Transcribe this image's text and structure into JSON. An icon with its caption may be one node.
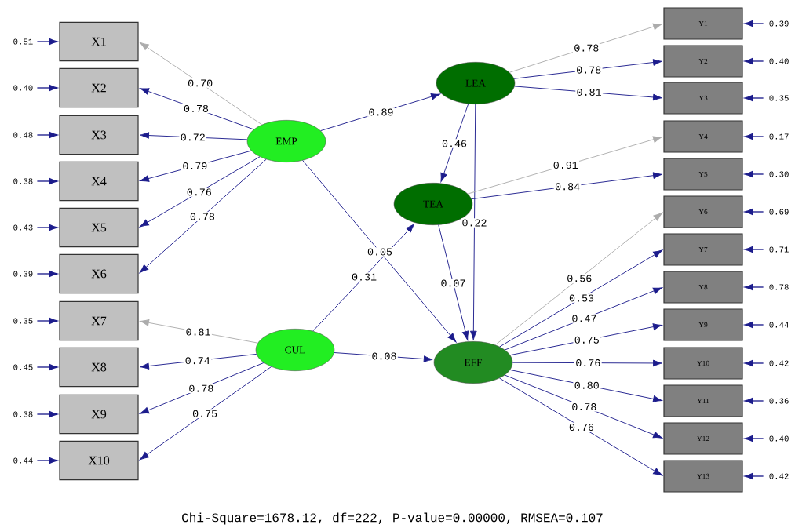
{
  "diagram": {
    "caption": "Chi-Square=1678.12, df=222, P-value=0.00000, RMSEA=0.107",
    "nodes": [
      {
        "text": [
          "X1"
        ]
      },
      {
        "text": [
          "X2"
        ]
      },
      {
        "text": [
          "X3"
        ]
      },
      {
        "text": [
          "X4"
        ]
      },
      {
        "text": [
          "X5"
        ]
      },
      {
        "text": [
          "X6"
        ]
      },
      {
        "text": [
          "X7"
        ]
      },
      {
        "text": [
          "X8"
        ]
      },
      {
        "text": [
          "X9"
        ]
      },
      {
        "text": [
          "X10"
        ]
      },
      {
        "text": [
          "EMP"
        ]
      },
      {
        "text": [
          "CUL"
        ]
      },
      {
        "text": [
          "LEA"
        ]
      },
      {
        "text": [
          "TEA"
        ]
      },
      {
        "text": [
          "EFF"
        ]
      },
      {
        "text": [
          "Y1"
        ]
      },
      {
        "text": [
          "Y2"
        ]
      },
      {
        "text": [
          "Y3"
        ]
      },
      {
        "text": [
          "Y4"
        ]
      },
      {
        "text": [
          "Y5"
        ]
      },
      {
        "text": [
          "Y6"
        ]
      },
      {
        "text": [
          "Y7"
        ]
      },
      {
        "text": [
          "Y8"
        ]
      },
      {
        "text": [
          "Y9"
        ]
      },
      {
        "text": [
          "Y10"
        ]
      },
      {
        "text": [
          "Y11"
        ]
      },
      {
        "text": [
          "Y12"
        ]
      },
      {
        "text": [
          "Y13"
        ]
      }
    ],
    "edges": [
      {
        "from": null,
        "to": 0,
        "arrow": "to",
        "label": "0.51"
      },
      {
        "from": null,
        "to": 1,
        "arrow": "to",
        "label": "0.40"
      },
      {
        "from": null,
        "to": 2,
        "arrow": "to",
        "label": "0.48"
      },
      {
        "from": null,
        "to": 3,
        "arrow": "to",
        "label": "0.38"
      },
      {
        "from": null,
        "to": 4,
        "arrow": "to",
        "label": "0.43"
      },
      {
        "from": null,
        "to": 5,
        "arrow": "to",
        "label": "0.39"
      },
      {
        "from": null,
        "to": 6,
        "arrow": "to",
        "label": "0.35"
      },
      {
        "from": null,
        "to": 7,
        "arrow": "to",
        "label": "0.45"
      },
      {
        "from": null,
        "to": 8,
        "arrow": "to",
        "label": "0.38"
      },
      {
        "from": null,
        "to": 9,
        "arrow": "to",
        "label": "0.44"
      },
      {
        "from": 10,
        "to": 0,
        "arrow": "to",
        "label": "0.70",
        "color": "#acacac"
      },
      {
        "from": 10,
        "to": 1,
        "arrow": "to",
        "label": "0.78"
      },
      {
        "from": 10,
        "to": 2,
        "arrow": "to",
        "label": "0.72"
      },
      {
        "from": 10,
        "to": 3,
        "arrow": "to",
        "label": "0.79"
      },
      {
        "from": 10,
        "to": 4,
        "arrow": "to",
        "label": "0.76"
      },
      {
        "from": 10,
        "to": 5,
        "arrow": "to",
        "label": "0.78"
      },
      {
        "from": 11,
        "to": 6,
        "arrow": "to",
        "label": "0.81",
        "color": "#acacac"
      },
      {
        "from": 11,
        "to": 7,
        "arrow": "to",
        "label": "0.74"
      },
      {
        "from": 11,
        "to": 8,
        "arrow": "to",
        "label": "0.78"
      },
      {
        "from": 11,
        "to": 9,
        "arrow": "to",
        "label": "0.75"
      },
      {
        "from": 10,
        "to": 12,
        "arrow": "to",
        "label": "0.89"
      },
      {
        "from": 10,
        "to": 14,
        "arrow": "to",
        "label": "0.05"
      },
      {
        "from": 11,
        "to": 13,
        "arrow": "to",
        "label": "0.31"
      },
      {
        "from": 11,
        "to": 14,
        "arrow": "to",
        "label": "0.08"
      },
      {
        "from": 12,
        "to": 13,
        "arrow": "to",
        "label": "0.46"
      },
      {
        "from": 12,
        "to": 14,
        "arrow": "to",
        "label": "0.22"
      },
      {
        "from": 13,
        "to": 14,
        "arrow": "to",
        "label": "0.07"
      },
      {
        "from": 12,
        "to": 15,
        "arrow": "to",
        "label": "0.78",
        "color": "#acacac"
      },
      {
        "from": 12,
        "to": 16,
        "arrow": "to",
        "label": "0.78"
      },
      {
        "from": 12,
        "to": 17,
        "arrow": "to",
        "label": "0.81"
      },
      {
        "from": 13,
        "to": 18,
        "arrow": "to",
        "label": "0.91",
        "color": "#acacac"
      },
      {
        "from": 13,
        "to": 19,
        "arrow": "to",
        "label": "0.84"
      },
      {
        "from": 14,
        "to": 20,
        "arrow": "to",
        "label": "0.56",
        "color": "#acacac"
      },
      {
        "from": 14,
        "to": 21,
        "arrow": "to",
        "label": "0.53"
      },
      {
        "from": 14,
        "to": 22,
        "arrow": "to",
        "label": "0.47"
      },
      {
        "from": 14,
        "to": 23,
        "arrow": "to",
        "label": "0.75"
      },
      {
        "from": 14,
        "to": 24,
        "arrow": "to",
        "label": "0.76"
      },
      {
        "from": 14,
        "to": 25,
        "arrow": "to",
        "label": "0.80"
      },
      {
        "from": 14,
        "to": 26,
        "arrow": "to",
        "label": "0.78"
      },
      {
        "from": 14,
        "to": 27,
        "arrow": "to",
        "label": "0.76"
      },
      {
        "from": null,
        "to": 15,
        "arrow": "to",
        "label": "0.39"
      },
      {
        "from": null,
        "to": 16,
        "arrow": "to",
        "label": "0.40"
      },
      {
        "from": null,
        "to": 17,
        "arrow": "to",
        "label": "0.35"
      },
      {
        "from": null,
        "to": 18,
        "arrow": "to",
        "label": "0.17"
      },
      {
        "from": null,
        "to": 19,
        "arrow": "to",
        "label": "0.30"
      },
      {
        "from": null,
        "to": 20,
        "arrow": "to",
        "label": "0.69"
      },
      {
        "from": null,
        "to": 21,
        "arrow": "to",
        "label": "0.71"
      },
      {
        "from": null,
        "to": 22,
        "arrow": "to",
        "label": "0.78"
      },
      {
        "from": null,
        "to": 23,
        "arrow": "to",
        "label": "0.44"
      },
      {
        "from": null,
        "to": 24,
        "arrow": "to",
        "label": "0.42"
      },
      {
        "from": null,
        "to": 25,
        "arrow": "to",
        "label": "0.36"
      },
      {
        "from": null,
        "to": 26,
        "arrow": "to",
        "label": "0.40"
      },
      {
        "from": null,
        "to": 27,
        "arrow": "to",
        "label": "0.42"
      }
    ]
  }
}
